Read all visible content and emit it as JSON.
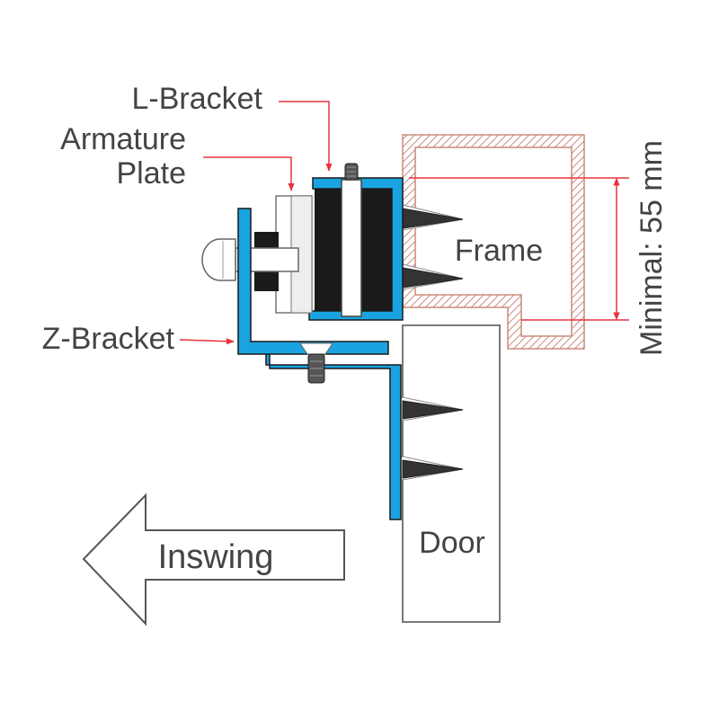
{
  "labels": {
    "l_bracket": "L-Bracket",
    "armature_line1": "Armature",
    "armature_line2": "Plate",
    "z_bracket": "Z-Bracket",
    "frame": "Frame",
    "door": "Door",
    "inswing": "Inswing",
    "dimension": "Minimal: 55 mm"
  },
  "colors": {
    "bracket_blue": "#1aa3e0",
    "leader_red": "#e8323c",
    "frame_hatch": "#c98a7c",
    "magnet_black": "#1a1a1a",
    "outline_gray": "#777777",
    "text": "#444444"
  }
}
